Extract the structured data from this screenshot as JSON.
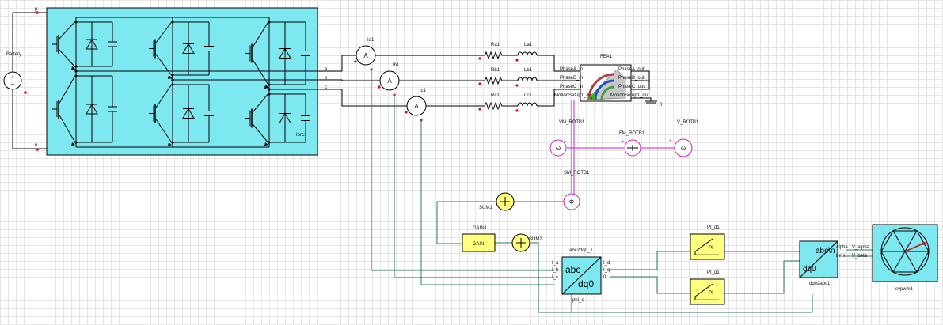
{
  "inverter": {
    "node_p": "p",
    "node_n": "n",
    "source_label": "Battery",
    "bridge_label": "Iprc1",
    "out_a": "a",
    "out_b": "b",
    "out_c": "c"
  },
  "ammeters": {
    "a": "Ia1",
    "b": "Ib1",
    "c": "Ic1"
  },
  "resistors": {
    "a": "Ra1",
    "b": "Rb1",
    "c": "Rc1"
  },
  "inductors": {
    "a": "La1",
    "b": "Lb1",
    "c": "Lc1"
  },
  "fea": {
    "name": "FEA1",
    "in_a": "PhaseA_in",
    "in_b": "PhaseB_in",
    "in_c": "PhaseC_in",
    "in_m": "MotionSetup1_in",
    "out_a": "PhaseA_out",
    "out_b": "PhaseB_out",
    "out_c": "PhaseC_out",
    "out_m": "MotionSetup1_out",
    "ground": "0"
  },
  "mech": {
    "vm": "VM_ROTB1",
    "fm": "FM_ROTB1",
    "vs": "V_ROTB1",
    "sm": "SM_ROTB1",
    "vm_symbol": "ω",
    "vs_symbol": "ω",
    "sm_symbol": "Φ",
    "plus": "+"
  },
  "control": {
    "sum1": "SUM1",
    "gain_name": "GAIN1",
    "gain_text": "GAIN",
    "sum2": "SUM2",
    "abc_name": "abc2dq0_1",
    "abc_top": "abc",
    "abc_bot": "dq0",
    "port_ia": "I_a",
    "port_ib": "I_b",
    "port_ic": "I_c",
    "port_id": "I_d",
    "port_iq": "I_q",
    "port_0": "0",
    "port_phi": "phi_e",
    "pid_name": "PI_d1",
    "piq_name": "PI_q1",
    "pi_text": "PI",
    "dq_name": "dq02abc1",
    "dq_top": "abc\\n",
    "dq_bot": "dq0",
    "alpha": "alpha",
    "beta": "beta",
    "valpha": "V_alpha",
    "vbeta": "V_beta",
    "svpwm": "svpwm1"
  }
}
